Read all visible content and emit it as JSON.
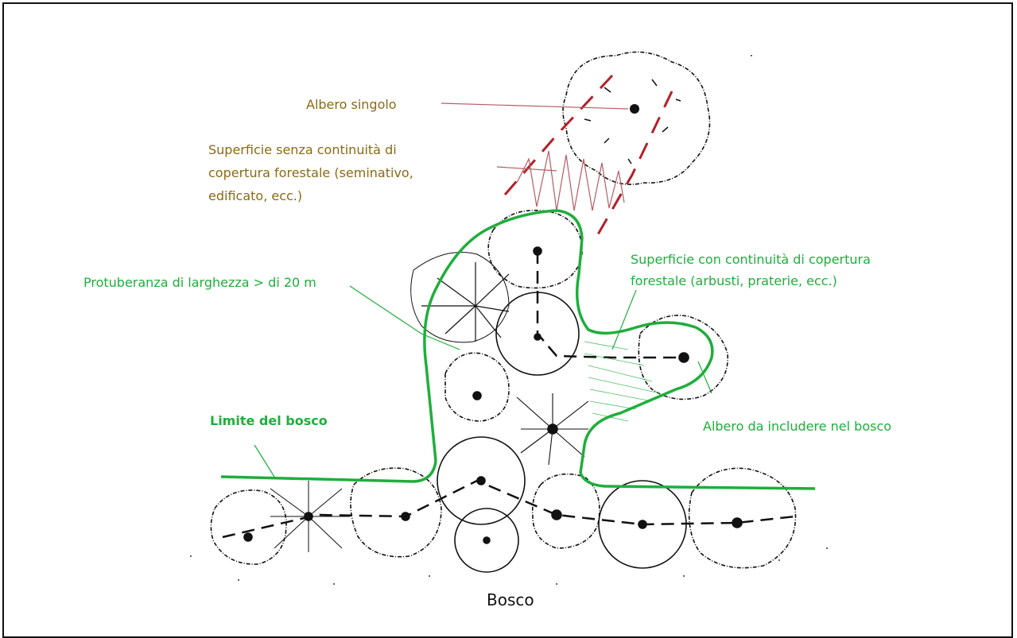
{
  "labels": {
    "single_tree": "Albero  singolo",
    "no_cover_line1": "Superficie senza continuità di",
    "no_cover_line2": "copertura forestale  (seminativo,",
    "no_cover_line3": "edificato, ecc.)",
    "cover_line1": "Superficie con continuità di copertura",
    "cover_line2": "forestale  (arbusti, praterie, ecc.)",
    "protuberance": "Protuberanza di larghezza > di 20 m",
    "forest_limit": "Limite del bosco",
    "tree_included": "Albero da includere nel bosco",
    "forest": "Bosco"
  },
  "colors": {
    "brown_text": "#8a6a12",
    "green": "#1fae3c",
    "red_dash": "#b3202a",
    "ink": "#111111"
  }
}
